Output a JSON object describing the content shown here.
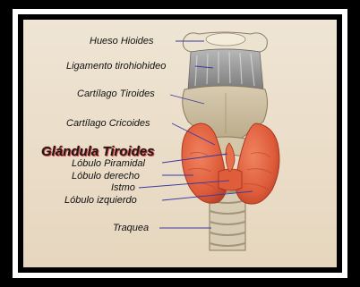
{
  "diagram": {
    "labels": {
      "hueso_hioides": "Hueso Hioides",
      "ligamento_prefix": "Ligamento",
      "ligamento_suffix": "tirohiohideo",
      "cartilago_tiroides": "Cartílago Tiroides",
      "cartilago_cricoides": "Cartílago Cricoides",
      "glandula_tiroides": "Glándula Tiroides",
      "lobulo_piramidal": "Lóbulo Piramidal",
      "lobulo_derecho": "Lóbulo derecho",
      "istmo": "Istmo",
      "lobulo_izquierdo": "Lóbulo izquierdo",
      "traquea": "Traquea"
    },
    "colors": {
      "frame_outer": "#000000",
      "frame_inner": "#ffffff",
      "background": "#e9dcc9",
      "bone": "#ebe2cf",
      "cartilage": "#cdbfa2",
      "ligament": "#9a9a9a",
      "thyroid": "#e2643f",
      "thyroid_dark": "#b8422a",
      "trachea": "#d9ccb4",
      "leader_line": "#3a3aa0"
    }
  }
}
